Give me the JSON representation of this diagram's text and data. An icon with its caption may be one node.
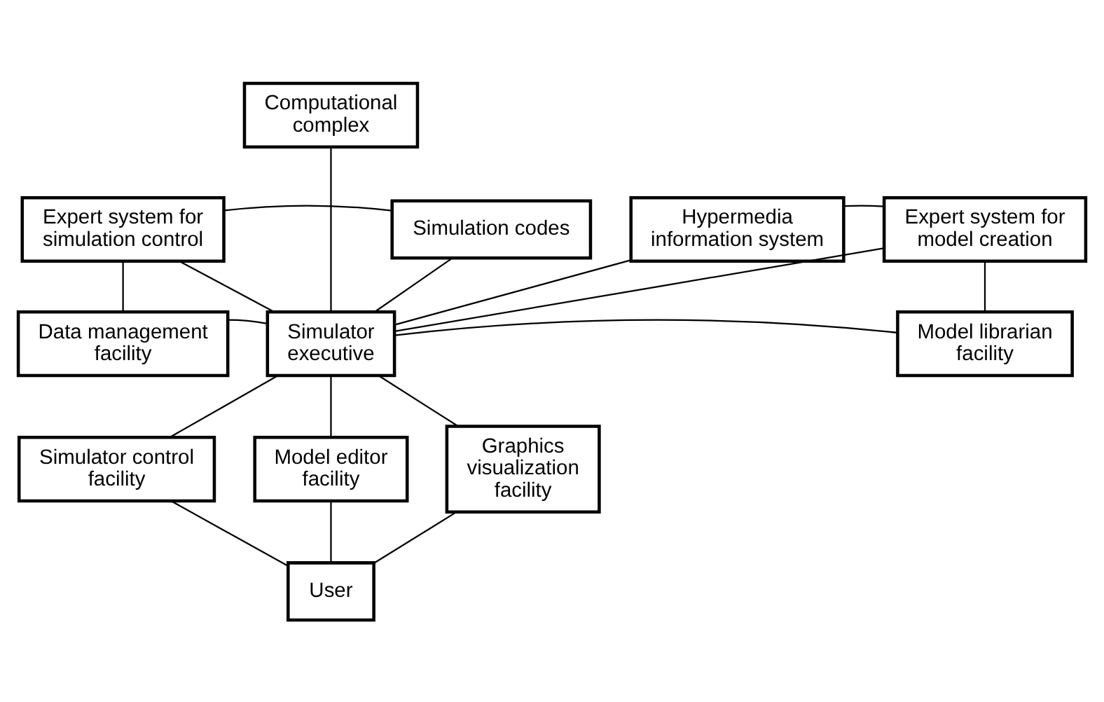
{
  "diagram": {
    "nodes": [
      {
        "text": [
          "Computational complex"
        ]
      },
      {
        "text": [
          "Expert system for simulation control"
        ]
      },
      {
        "text": [
          "Simulation codes"
        ]
      },
      {
        "text": [
          "Hypermedia information system"
        ]
      },
      {
        "text": [
          "Expert system for model creation"
        ]
      },
      {
        "text": [
          "Data management facility"
        ]
      },
      {
        "text": [
          "Simulator executive"
        ]
      },
      {
        "text": [
          "Model librarian facility"
        ]
      },
      {
        "text": [
          "Simulator control facility"
        ]
      },
      {
        "text": [
          "Model editor facility"
        ]
      },
      {
        "text": [
          "Graphics visualization facility"
        ]
      },
      {
        "text": [
          "User"
        ]
      }
    ],
    "edges": [
      {
        "from": 0,
        "to": 6,
        "arrow": "none"
      },
      {
        "from": 1,
        "to": 2,
        "arrow": "none"
      },
      {
        "from": 3,
        "to": 4,
        "arrow": "none"
      },
      {
        "from": 1,
        "to": 5,
        "arrow": "none"
      },
      {
        "from": 1,
        "to": 6,
        "arrow": "none"
      },
      {
        "from": 2,
        "to": 6,
        "arrow": "none"
      },
      {
        "from": 3,
        "to": 6,
        "arrow": "none"
      },
      {
        "from": 4,
        "to": 6,
        "arrow": "none"
      },
      {
        "from": 4,
        "to": 7,
        "arrow": "none"
      },
      {
        "from": 5,
        "to": 6,
        "arrow": "none"
      },
      {
        "from": 7,
        "to": 6,
        "arrow": "none"
      },
      {
        "from": 6,
        "to": 8,
        "arrow": "none"
      },
      {
        "from": 6,
        "to": 9,
        "arrow": "none"
      },
      {
        "from": 6,
        "to": 10,
        "arrow": "none"
      },
      {
        "from": 8,
        "to": 11,
        "arrow": "none"
      },
      {
        "from": 9,
        "to": 11,
        "arrow": "none"
      },
      {
        "from": 10,
        "to": 11,
        "arrow": "none"
      }
    ]
  }
}
